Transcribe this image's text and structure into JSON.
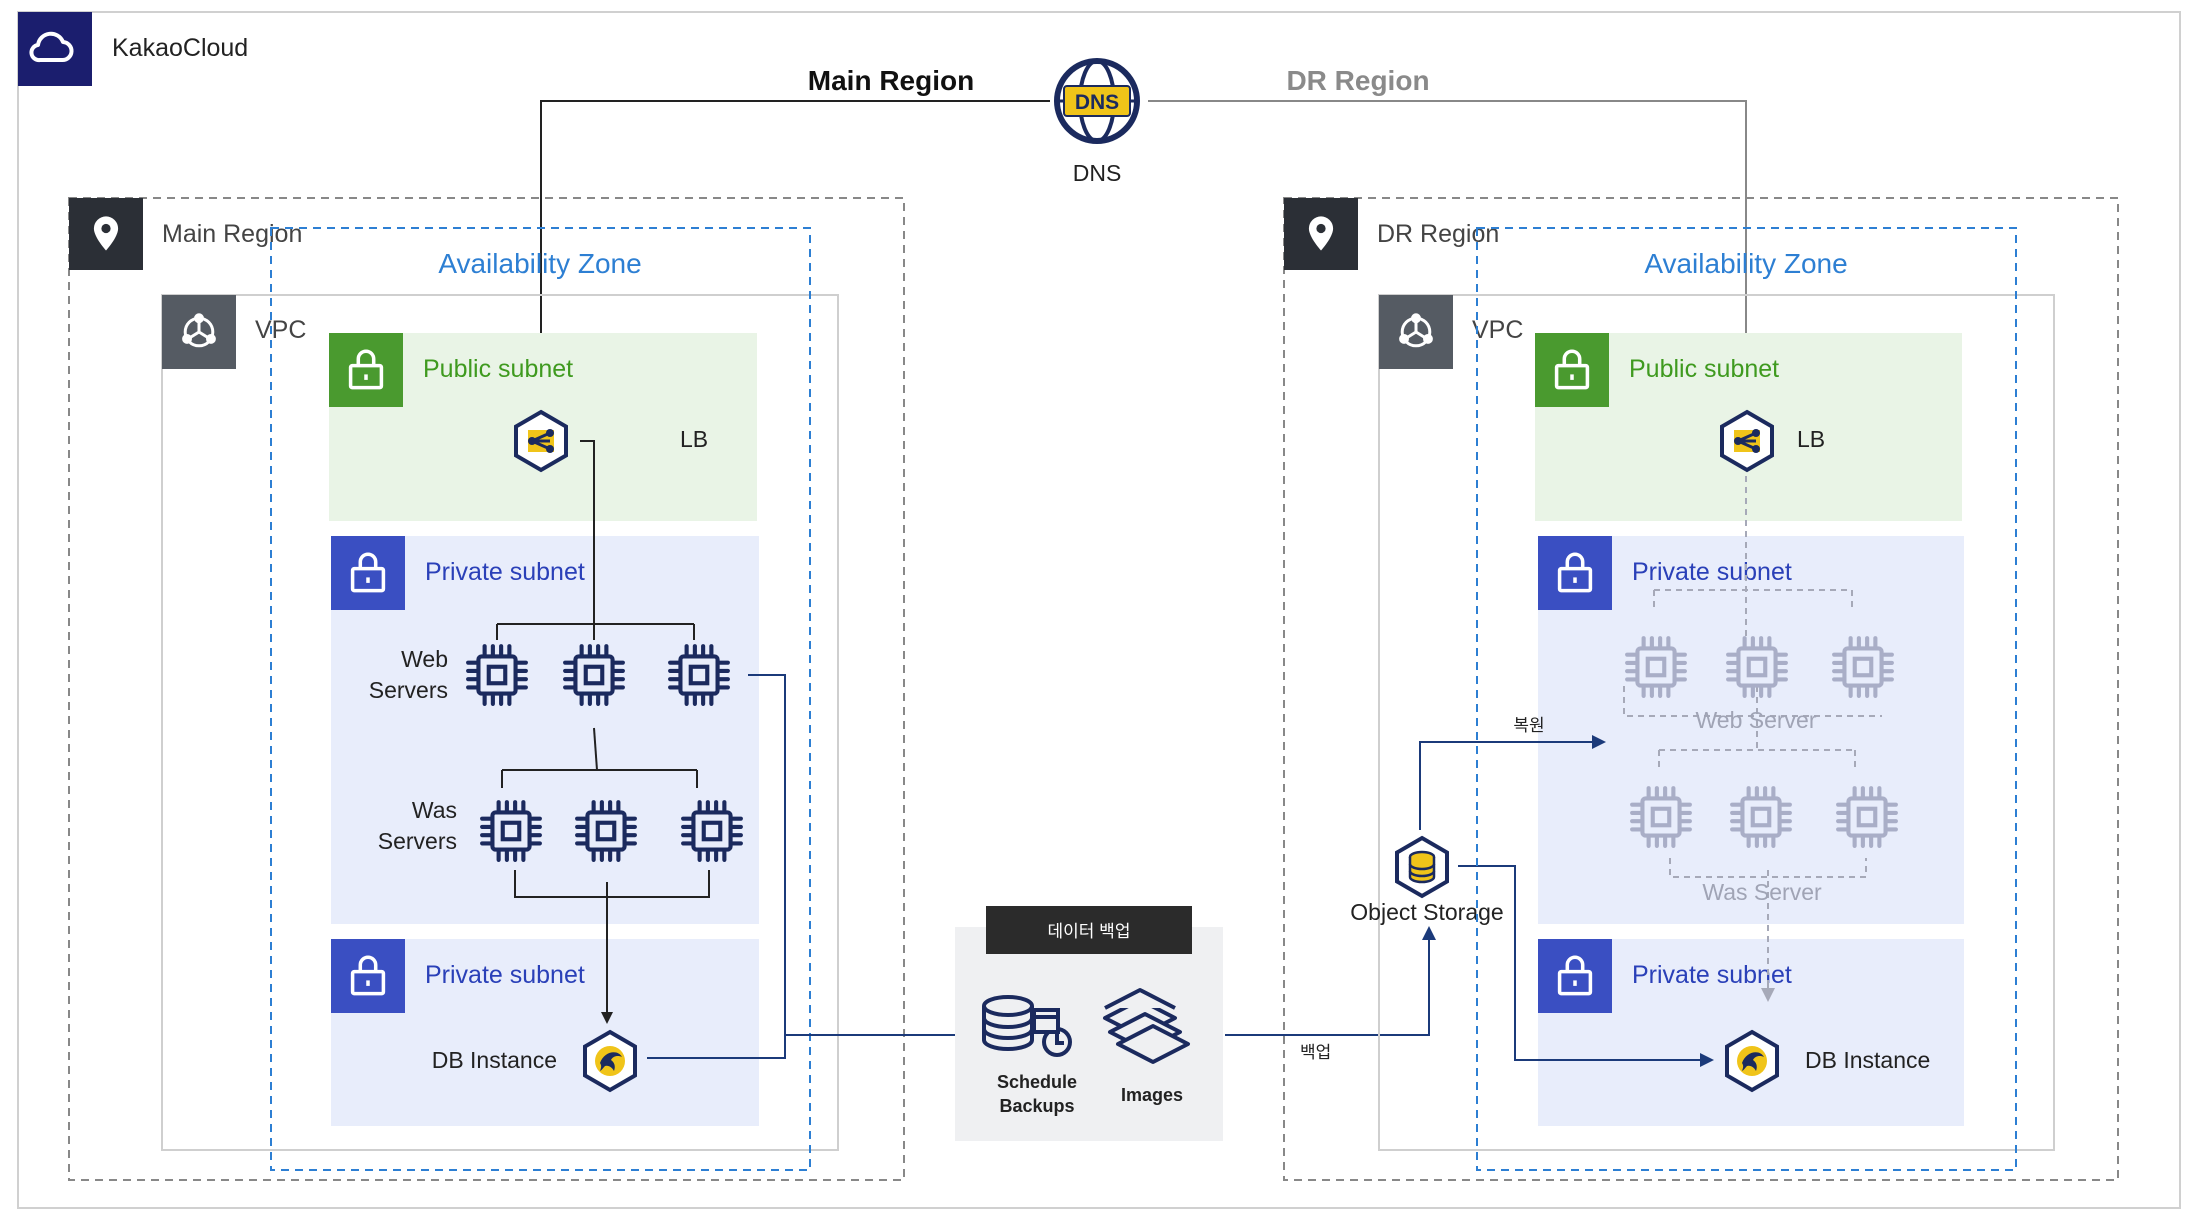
{
  "cloud": {
    "name": "KakaoCloud"
  },
  "dns": {
    "label": "DNS",
    "badge": "DNS",
    "main_route_label": "Main Region",
    "dr_route_label": "DR Region"
  },
  "main_region": {
    "label": "Main Region",
    "az_label": "Availability Zone",
    "vpc_label": "VPC",
    "public_subnet_label": "Public subnet",
    "lb_label": "LB",
    "private_subnet_app_label": "Private subnet",
    "web_servers_label": [
      "Web",
      "Servers"
    ],
    "was_servers_label": [
      "Was",
      "Servers"
    ],
    "private_subnet_db_label": "Private subnet",
    "db_label": "DB Instance"
  },
  "dr_region": {
    "label": "DR Region",
    "az_label": "Availability Zone",
    "vpc_label": "VPC",
    "public_subnet_label": "Public subnet",
    "lb_label": "LB",
    "private_subnet_app_label": "Private subnet",
    "web_server_label": "Web Server",
    "was_server_label": "Was Server",
    "private_subnet_db_label": "Private subnet",
    "db_label": "DB Instance"
  },
  "backup": {
    "header": "데이터 백업",
    "schedule_label": [
      "Schedule",
      "Backups"
    ],
    "images_label": "Images",
    "backup_flow_label": "백업"
  },
  "object_storage": {
    "label": "Object Storage",
    "restore_label": "복원"
  },
  "colors": {
    "navy": "#1b2a5e",
    "region_marker": "#2b2f36",
    "vpc_marker": "#555b63",
    "public_subnet_bg": "#e9f4e6",
    "public_subnet_accent": "#4a9a2f",
    "public_subnet_text": "#3f9a1f",
    "private_subnet_bg": "#e8edfb",
    "private_subnet_accent": "#3a4fc2",
    "private_subnet_text": "#2a40b8",
    "az_blue": "#2d7fd3",
    "dr_server_gray": "#a9aec7",
    "gold": "#f0c419"
  }
}
